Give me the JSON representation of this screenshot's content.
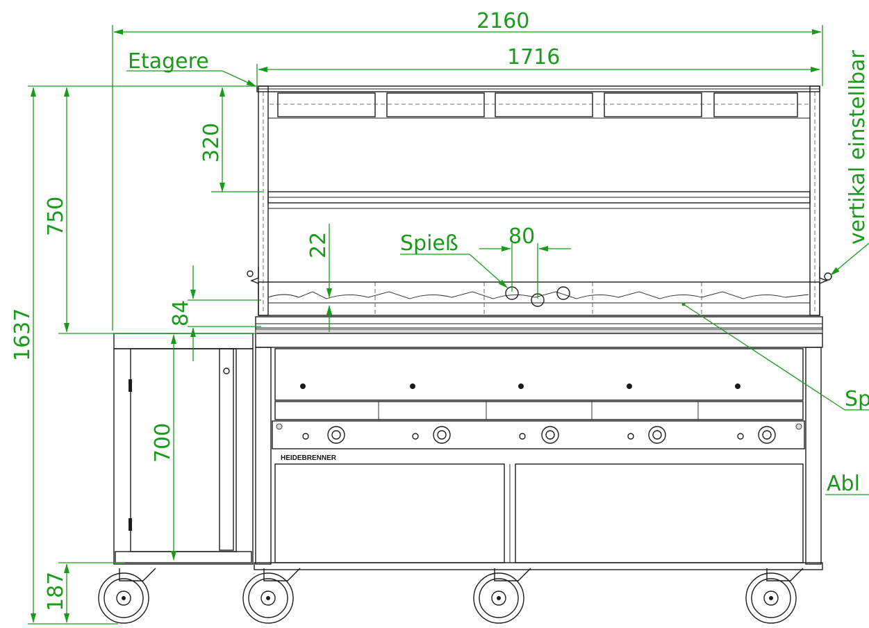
{
  "dimensions": {
    "overall_width": "2160",
    "top_width": "1716",
    "etagere_height": "320",
    "upper_height": "750",
    "total_height": "1637",
    "spit_height": "22",
    "spit_spacing": "80",
    "grid_offset": "84",
    "cabinet_height": "700",
    "caster_height": "187"
  },
  "labels": {
    "etagere": "Etagere",
    "spiess": "Spieß",
    "vertikal": "vertikal einstellbar",
    "sp_partial": "Sp",
    "abl_partial": "Abl"
  },
  "brand": "HEIDEBRENNER",
  "colors": {
    "dimension": "#1a9a1a",
    "outline": "#1b1b1b"
  }
}
